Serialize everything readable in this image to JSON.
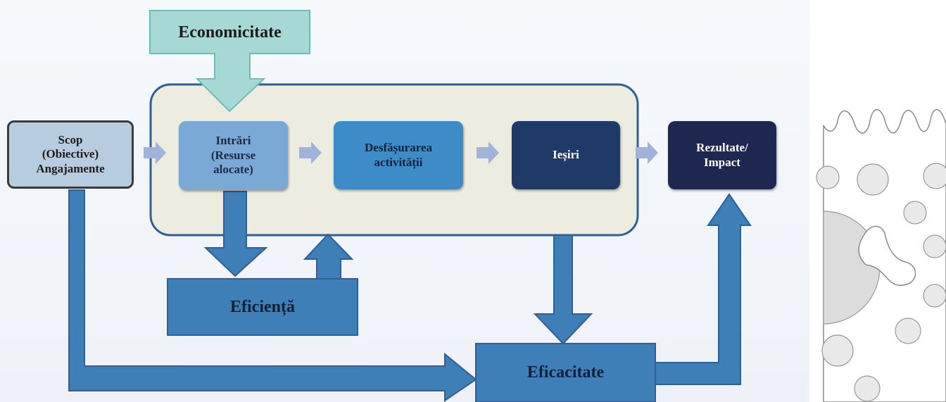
{
  "diagram": {
    "economicitate": "Economicitate",
    "scop": "Scop\n(Obiective)\nAngajamente",
    "intrari": "Intrări\n(Resurse\nalocate)",
    "desfasurarea": "Desfășurarea\nactivității",
    "iesiri": "Ieșiri",
    "rezultate": "Rezultate/\nImpact",
    "eficienta": "Eficiență",
    "eficacitate": "Eficacitate"
  },
  "colors": {
    "process_area": "#ecece0",
    "arrow_blue": "#3f7fb8",
    "arrow_light": "#9fb4d8",
    "teal": "#a6d9d6",
    "scop_box": "#b8cce0",
    "intrari_box": "#7aa9d6",
    "desfasurarea_box": "#3d8cc8",
    "iesiri_box": "#1f3a66",
    "rezultate_box": "#1e2750"
  }
}
